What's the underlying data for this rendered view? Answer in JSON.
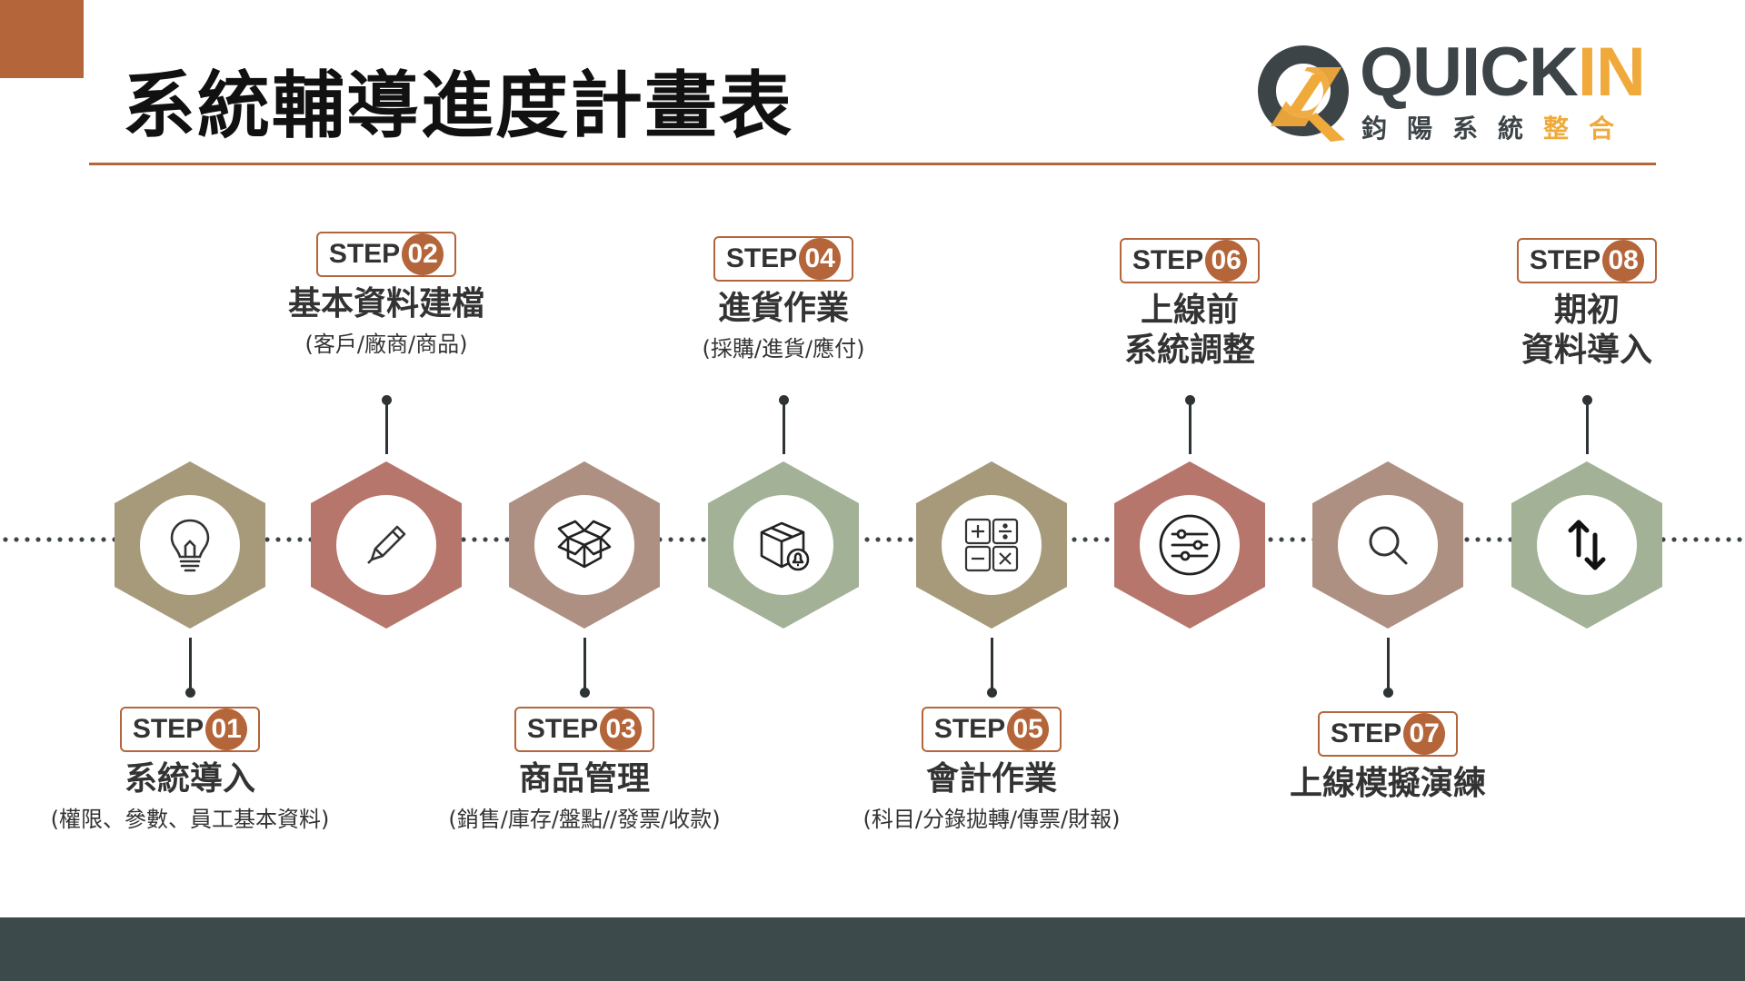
{
  "title": "系統輔導進度計畫表",
  "logo": {
    "brand_main": "QUICK",
    "brand_accent": "IN",
    "subtitle_main": "鈞陽系統",
    "subtitle_accent": "整合",
    "colors": {
      "dark": "#3d4448",
      "accent": "#f0a93b"
    }
  },
  "colors": {
    "accent": "#b4653a",
    "footer": "#3d4a4c",
    "hex_tan": "#a79a7b",
    "hex_red": "#b6766c",
    "hex_mauve": "#ae9082",
    "hex_green": "#a3b296"
  },
  "steps": [
    {
      "word": "STEP",
      "num": "01",
      "title_lines": [
        "系統導入"
      ],
      "sub": "(權限、參數、員工基本資料)",
      "icon": "lightbulb-icon",
      "color": "#a79a7b",
      "position": "below"
    },
    {
      "word": "STEP",
      "num": "02",
      "title_lines": [
        "基本資料建檔"
      ],
      "sub": "(客戶/廠商/商品)",
      "icon": "pencil-icon",
      "color": "#b6766c",
      "position": "above"
    },
    {
      "word": "STEP",
      "num": "03",
      "title_lines": [
        "商品管理"
      ],
      "sub": "(銷售/庫存/盤點//發票/收款)",
      "icon": "open-box-icon",
      "color": "#ae9082",
      "position": "below"
    },
    {
      "word": "STEP",
      "num": "04",
      "title_lines": [
        "進貨作業"
      ],
      "sub": "(採購/進貨/應付)",
      "icon": "package-alert-icon",
      "color": "#a3b296",
      "position": "above"
    },
    {
      "word": "STEP",
      "num": "05",
      "title_lines": [
        "會計作業"
      ],
      "sub": "(科目/分錄拋轉/傳票/財報)",
      "icon": "calculator-icon",
      "color": "#a79a7b",
      "position": "below"
    },
    {
      "word": "STEP",
      "num": "06",
      "title_lines": [
        "上線前",
        "系統調整"
      ],
      "sub": "",
      "icon": "sliders-icon",
      "color": "#b6766c",
      "position": "above"
    },
    {
      "word": "STEP",
      "num": "07",
      "title_lines": [
        "上線模擬演練"
      ],
      "sub": "",
      "icon": "search-icon",
      "color": "#ae9082",
      "position": "below"
    },
    {
      "word": "STEP",
      "num": "08",
      "title_lines": [
        "期初",
        "資料導入"
      ],
      "sub": "",
      "icon": "up-down-arrows-icon",
      "color": "#a3b296",
      "position": "above"
    }
  ]
}
